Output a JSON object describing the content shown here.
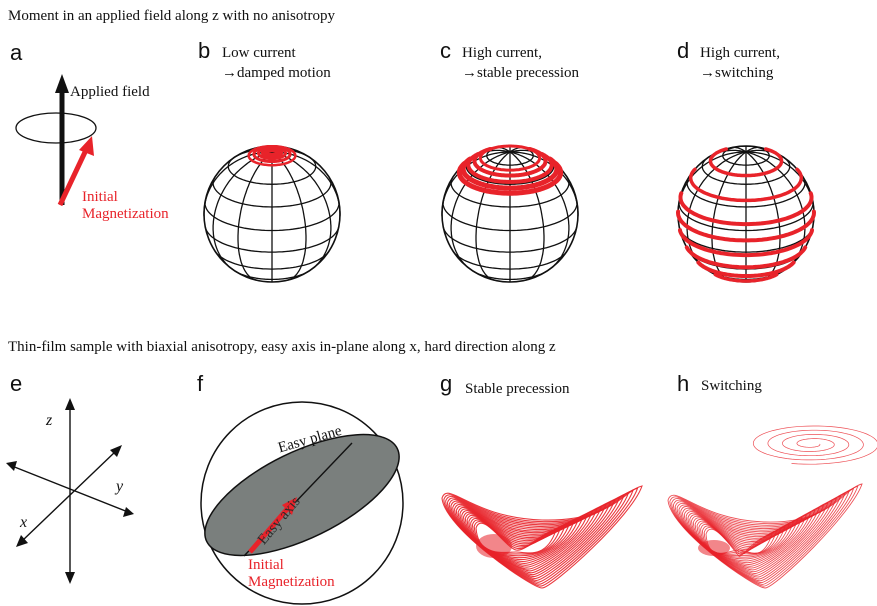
{
  "headings": {
    "top": "Moment in an applied field along z with no anisotropy",
    "bottom": "Thin-film sample with biaxial anisotropy, easy axis in-plane along x, hard direction along z"
  },
  "panels": {
    "a": {
      "letter": "a",
      "applied_field": "Applied field",
      "initial_mag_1": "Initial",
      "initial_mag_2": "Magnetization"
    },
    "b": {
      "letter": "b",
      "line1": "Low current",
      "line2": "→damped motion"
    },
    "c": {
      "letter": "c",
      "line1": "High current,",
      "line2": "→stable precession"
    },
    "d": {
      "letter": "d",
      "line1": "High current,",
      "line2": "→switching"
    },
    "e": {
      "letter": "e",
      "z": "z",
      "y": "y",
      "x": "x"
    },
    "f": {
      "letter": "f",
      "easy_plane": "Easy plane",
      "easy_axis": "Easy axis",
      "initial_mag_1": "Initial",
      "initial_mag_2": "Magnetization"
    },
    "g": {
      "letter": "g",
      "title": "Stable precession"
    },
    "h": {
      "letter": "h",
      "title": "Switching"
    }
  },
  "colors": {
    "red": "#e8232a",
    "black": "#111111",
    "plane_gray": "#7a7f7d"
  }
}
